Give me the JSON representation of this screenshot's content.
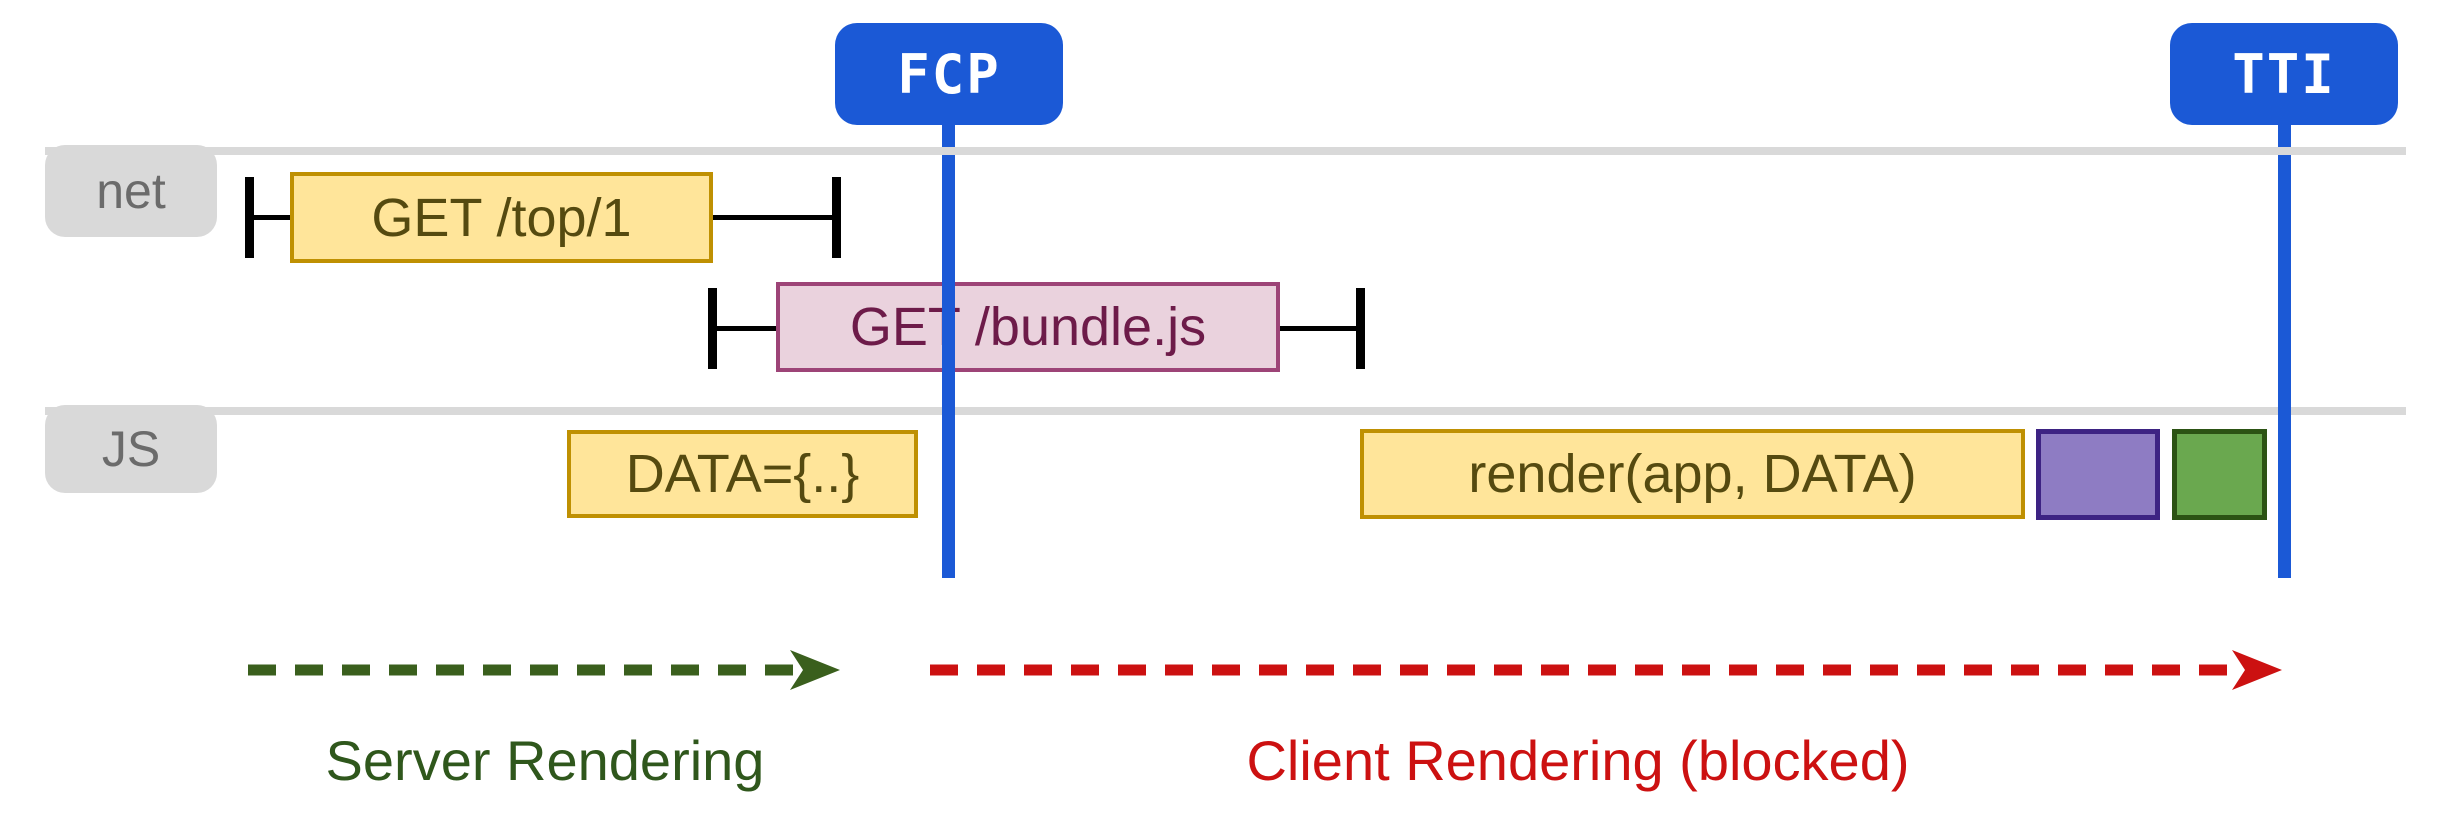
{
  "badges": {
    "fcp_label": "FCP",
    "tti_label": "TTI"
  },
  "rows": {
    "net_label": "net",
    "js_label": "JS"
  },
  "bars": {
    "get_top_label": "GET /top/1",
    "get_bundle_label": "GET /bundle.js",
    "data_label": "DATA={..}",
    "render_label": "render(app, DATA)",
    "purple_block_label": "",
    "green_block_label": ""
  },
  "phases": {
    "server_label": "Server Rendering",
    "client_label": "Client Rendering (blocked)"
  },
  "colors": {
    "marker_blue": "#1b59d6",
    "track_gray": "#d9d9d9",
    "bar_yellow_fill": "#ffe59a",
    "bar_yellow_border": "#bf9002",
    "bar_pink_fill": "#ead2dd",
    "bar_pink_border": "#9d4477",
    "block_purple_fill": "#8e7cc3",
    "block_purple_border": "#3d2383",
    "block_green_fill": "#6aa84f",
    "block_green_border": "#2c5314",
    "phase_server_green": "#2f571c",
    "phase_client_red": "#cc1111",
    "whisker_black": "#000000"
  }
}
